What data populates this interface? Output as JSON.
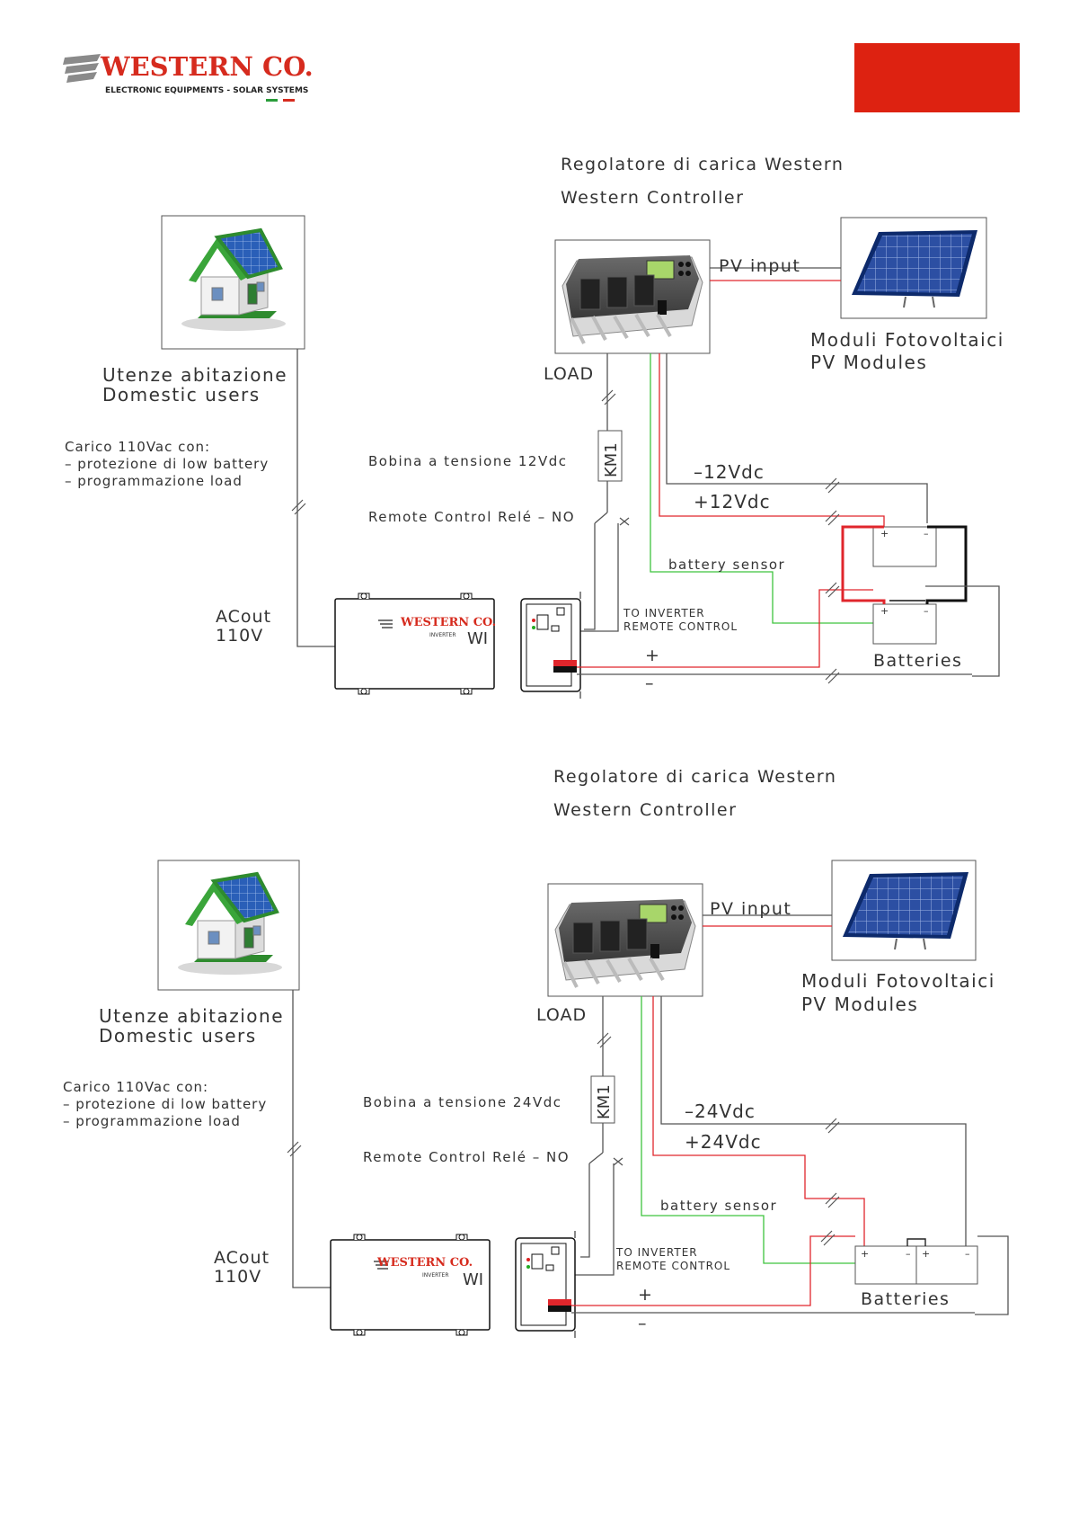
{
  "brand": {
    "name": "WESTERN CO.",
    "tagline": "ELECTRONIC EQUIPMENTS - SOLAR SYSTEMS",
    "accent_color": "#dd2211"
  },
  "diagrams": [
    {
      "controller_title_it": "Regolatore di carica Western",
      "controller_title_en": "Western Controller",
      "pv_input": "PV input",
      "pv_modules_it": "Moduli Fotovoltaici",
      "pv_modules_en": "PV Modules",
      "users_it": "Utenze abitazione",
      "users_en": "Domestic users",
      "load_note_1": "Carico 110Vac con:",
      "load_note_2": "– protezione di low battery",
      "load_note_3": "– programmazione load",
      "load": "LOAD",
      "coil": "Bobina a tensione 12Vdc",
      "km1": "KM1",
      "relay": "Remote Control Relé – NO",
      "neg_voltage": "–12Vdc",
      "pos_voltage": "+12Vdc",
      "battery_sensor": "battery sensor",
      "to_inverter_1": "TO INVERTER",
      "to_inverter_2": "REMOTE CONTROL",
      "acout_1": "ACout",
      "acout_2": "110V",
      "plus": "+",
      "minus": "–",
      "batteries": "Batteries",
      "inverter_brand": "WESTERN CO.",
      "inverter_word": "INVERTER",
      "inverter_model": "WI"
    },
    {
      "controller_title_it": "Regolatore di carica Western",
      "controller_title_en": "Western Controller",
      "pv_input": "PV input",
      "pv_modules_it": "Moduli Fotovoltaici",
      "pv_modules_en": "PV Modules",
      "users_it": "Utenze abitazione",
      "users_en": "Domestic users",
      "load_note_1": "Carico 110Vac con:",
      "load_note_2": "– protezione di low battery",
      "load_note_3": "– programmazione load",
      "load": "LOAD",
      "coil": "Bobina a tensione 24Vdc",
      "km1": "KM1",
      "relay": "Remote Control Relé – NO",
      "neg_voltage": "–24Vdc",
      "pos_voltage": "+24Vdc",
      "battery_sensor": "battery sensor",
      "to_inverter_1": "TO INVERTER",
      "to_inverter_2": "REMOTE CONTROL",
      "acout_1": "ACout",
      "acout_2": "110V",
      "plus": "+",
      "minus": "–",
      "batteries": "Batteries",
      "inverter_brand": "WESTERN CO.",
      "inverter_word": "INVERTER",
      "inverter_model": "WI"
    }
  ]
}
